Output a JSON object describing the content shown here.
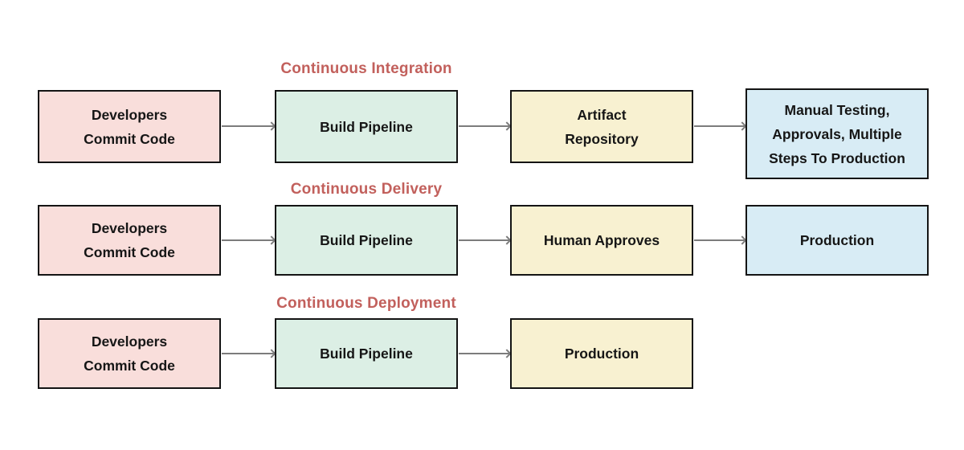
{
  "diagram": {
    "background": "#ffffff",
    "title_color": "#c2605c",
    "text_color": "#161616",
    "border_color": "#141414",
    "arrow_color": "#7c7c7c",
    "node_colors": {
      "commit": "#f9dedb",
      "build": "#dcefe5",
      "middle": "#f8f1d1",
      "final": "#d8ecf5"
    },
    "rows": [
      {
        "title": "Continuous Integration",
        "boxes": [
          {
            "label": "Developers\nCommit Code",
            "fill": "#f9dedb"
          },
          {
            "label": "Build Pipeline",
            "fill": "#dcefe5"
          },
          {
            "label": "Artifact\nRepository",
            "fill": "#f8f1d1"
          },
          {
            "label": "Manual Testing,\nApprovals, Multiple\nSteps To Production",
            "fill": "#d8ecf5"
          }
        ]
      },
      {
        "title": "Continuous Delivery",
        "boxes": [
          {
            "label": "Developers\nCommit Code",
            "fill": "#f9dedb"
          },
          {
            "label": "Build Pipeline",
            "fill": "#dcefe5"
          },
          {
            "label": "Human Approves",
            "fill": "#f8f1d1"
          },
          {
            "label": "Production",
            "fill": "#d8ecf5"
          }
        ]
      },
      {
        "title": "Continuous Deployment",
        "boxes": [
          {
            "label": "Developers\nCommit Code",
            "fill": "#f9dedb"
          },
          {
            "label": "Build Pipeline",
            "fill": "#dcefe5"
          },
          {
            "label": "Production",
            "fill": "#f8f1d1"
          }
        ]
      }
    ]
  }
}
